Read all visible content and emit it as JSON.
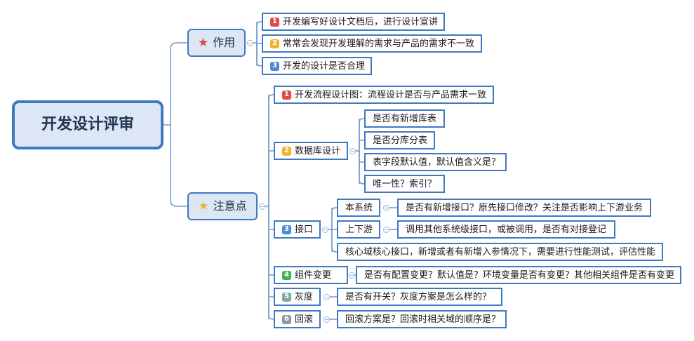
{
  "root": {
    "title": "开发设计评审"
  },
  "colors": {
    "line": "#6f98cf",
    "border": "#3f79bf",
    "fill": "#dce6f4",
    "priority": {
      "1": "#e24a4a",
      "2": "#f2b12d",
      "3": "#4e89d9",
      "4": "#3cb553",
      "5": "#7aa9a8",
      "6": "#8b98a6"
    }
  },
  "zuoyong": {
    "label": "作用",
    "icon": "red-star-icon",
    "items": [
      {
        "badge": "1",
        "text": "开发编写好设计文档后，进行设计宣讲"
      },
      {
        "badge": "2",
        "text": "常常会发现开发理解的需求与产品的需求不一致"
      },
      {
        "badge": "3",
        "text": "开发的设计是否合理"
      }
    ]
  },
  "zhuyi": {
    "label": "注意点",
    "icon": "yellow-star-icon",
    "flow": {
      "badge": "1",
      "text": "开发流程设计图：流程设计是否与产品需求一致"
    },
    "db": {
      "badge": "2",
      "label": "数据库设计",
      "items": [
        "是否有新增库表",
        "是否分库分表",
        "表字段默认值，默认值含义是？",
        "唯一性？索引？"
      ]
    },
    "api": {
      "badge": "3",
      "label": "接口",
      "self": {
        "label": "本系统",
        "detail": "是否有新增接口？原先接口修改？关注是否影响上下游业务"
      },
      "updown": {
        "label": "上下游",
        "detail": "调用其他系统级接口，或被调用，是否有对接登记"
      },
      "core": "核心域核心接口，新增或者有新增入参情况下，需要进行性能测试，评估性能"
    },
    "component": {
      "badge": "4",
      "label": "组件变更",
      "detail": "是否有配置变更？默认值是？环境变量是否有变更？其他相关组件是否有变更"
    },
    "gray": {
      "badge": "5",
      "label": "灰度",
      "detail": "是否有开关？灰度方案是怎么样的？"
    },
    "rollback": {
      "badge": "6",
      "label": "回滚",
      "detail": "回滚方案是？回滚时相关域的顺序是？"
    }
  }
}
